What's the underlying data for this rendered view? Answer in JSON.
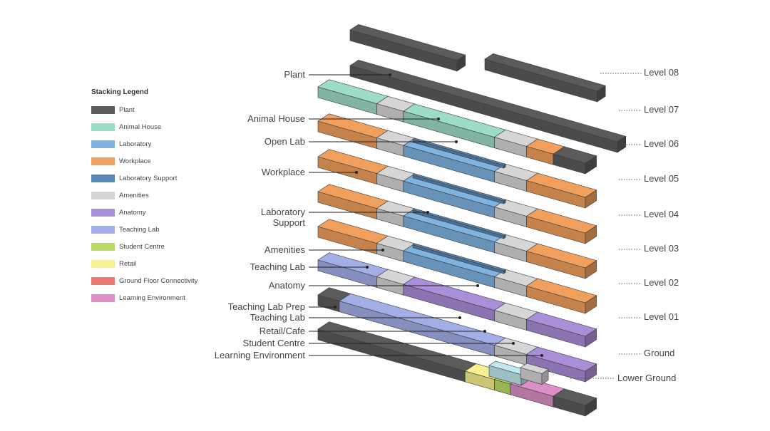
{
  "legend": {
    "title": "Stacking Legend",
    "items": [
      {
        "label": "Plant",
        "color": "#5b5b5b"
      },
      {
        "label": "Animal House",
        "color": "#9ddcc6"
      },
      {
        "label": "Laboratory",
        "color": "#7fb3e0"
      },
      {
        "label": "Workplace",
        "color": "#f0a05c"
      },
      {
        "label": "Laboratory Support",
        "color": "#5a88b6"
      },
      {
        "label": "Amenities",
        "color": "#d6d6d6"
      },
      {
        "label": "Anatomy",
        "color": "#a98ed8"
      },
      {
        "label": "Teaching Lab",
        "color": "#a4aee6"
      },
      {
        "label": "Student Centre",
        "color": "#b9dc66"
      },
      {
        "label": "Retail",
        "color": "#f7f28e"
      },
      {
        "label": "Ground Floor Connectivity",
        "color": "#ec7777"
      },
      {
        "label": "Learning Environment",
        "color": "#dc8fc7"
      }
    ]
  },
  "callouts": [
    "Plant",
    "Animal House",
    "Open Lab",
    "Workplace",
    "Laboratory",
    "Support",
    "Amenities",
    "Teaching Lab",
    "Anatomy",
    "Teaching Lab Prep",
    "Teaching Lab",
    "Retail/Cafe",
    "Student Centre",
    "Learning Environment"
  ],
  "levels": [
    "Level 08",
    "Level 07",
    "Level 06",
    "Level 05",
    "Level 04",
    "Level 03",
    "Level 02",
    "Level 01",
    "Ground",
    "Lower Ground"
  ]
}
